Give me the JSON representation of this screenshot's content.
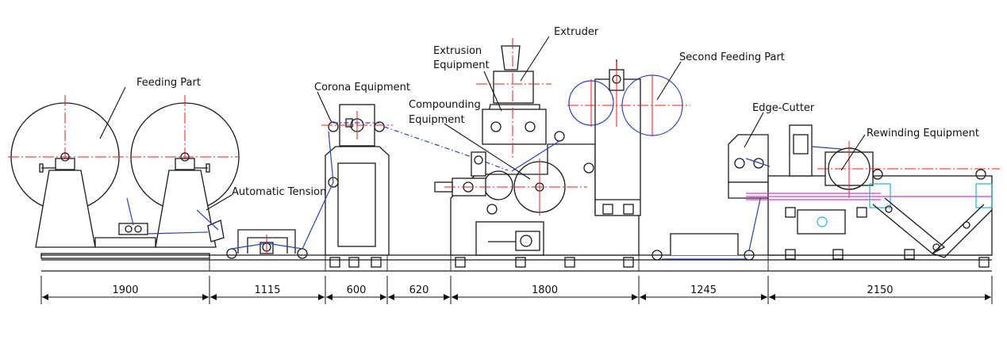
{
  "labels": {
    "feeding_part": "Feeding Part",
    "automatic_tension": "Automatic Tension",
    "corona_equipment": "Corona Equipment",
    "compounding_equipment_line1": "Compounding",
    "compounding_equipment_line2": "Equipment",
    "extrusion_equipment_line1": "Extrusion",
    "extrusion_equipment_line2": "Equipment",
    "extruder": "Extruder",
    "second_feeding_part": "Second Feeding Part",
    "edge_cutter": "Edge-Cutter",
    "rewinding_equipment": "Rewinding Equipment"
  },
  "dimensions": [
    "1900",
    "1115",
    "600",
    "620",
    "1800",
    "1245",
    "2150"
  ],
  "colors": {
    "centerline": "#e02020",
    "web_path": "#2a3fc8",
    "guide": "#d23cd2",
    "frame": "#22b5c8"
  }
}
